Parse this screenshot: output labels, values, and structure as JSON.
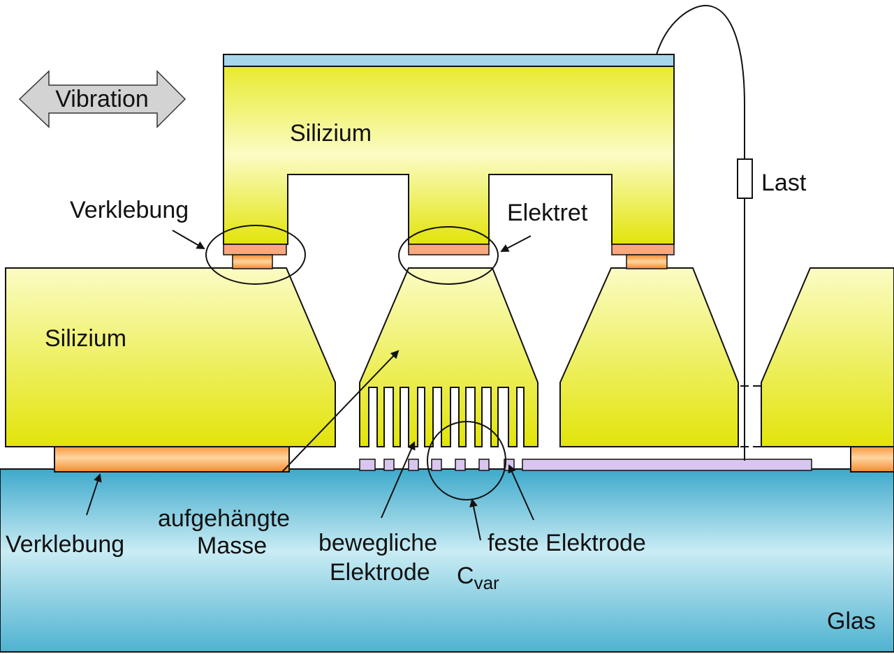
{
  "labels": {
    "vibration": "Vibration",
    "silizium_top": "Silizium",
    "silizium_left": "Silizium",
    "last": "Last",
    "verklebung_top": "Verklebung",
    "elektret": "Elektret",
    "verklebung_bottom": "Verklebung",
    "aufgehaengte_1": "aufgehängte",
    "aufgehaengte_2": "Masse",
    "bewegliche_1": "bewegliche",
    "bewegliche_2": "Elektrode",
    "cvar_c": "C",
    "cvar_sub": "var",
    "feste": "feste Elektrode",
    "glas": "Glas"
  },
  "colors": {
    "silicon_light": "#fbfcc4",
    "silicon_dark": "#e2e40a",
    "glass_light": "#c9ecf4",
    "glass_dark": "#3ea9cb",
    "bond_light": "#ffd5a0",
    "bond_dark": "#f58a2a",
    "electret": "#f7a87e",
    "fixed_electrode": "#d8c6ee",
    "top_plate": "#a8d6ea",
    "arrow_gray": "#d3d3d3"
  }
}
